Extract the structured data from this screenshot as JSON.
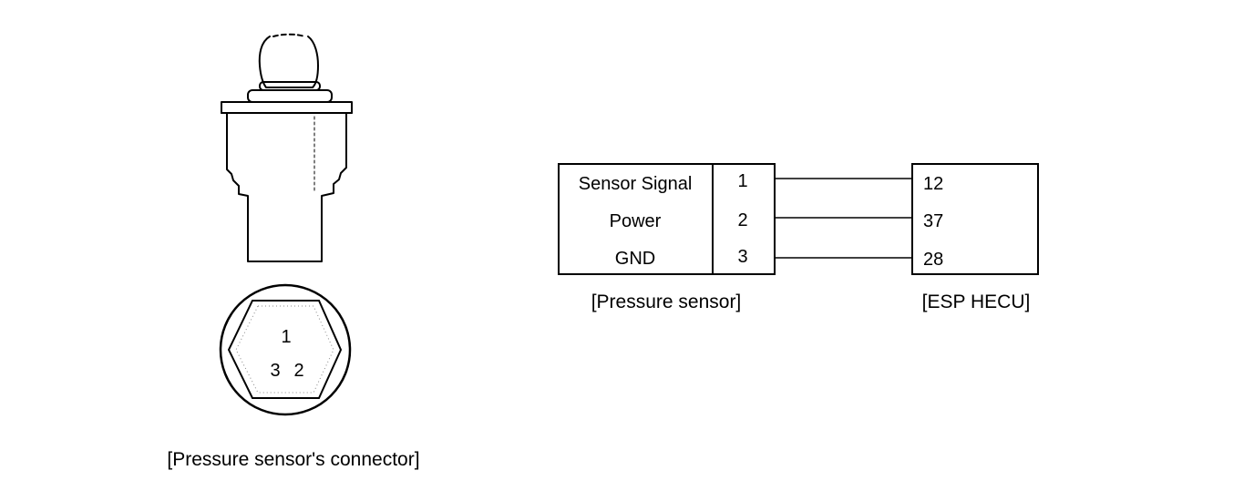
{
  "connector": {
    "caption": "[Pressure sensor's connector]",
    "face_pins": {
      "top": "1",
      "bottom_left": "3",
      "bottom_right": "2"
    }
  },
  "pressure_sensor": {
    "caption": "[Pressure sensor]",
    "rows": [
      {
        "signal": "Sensor Signal",
        "pin": "1"
      },
      {
        "signal": "Power",
        "pin": "2"
      },
      {
        "signal": "GND",
        "pin": "3"
      }
    ]
  },
  "esp_hecu": {
    "caption": "[ESP HECU]",
    "pins": [
      "12",
      "37",
      "28"
    ]
  }
}
